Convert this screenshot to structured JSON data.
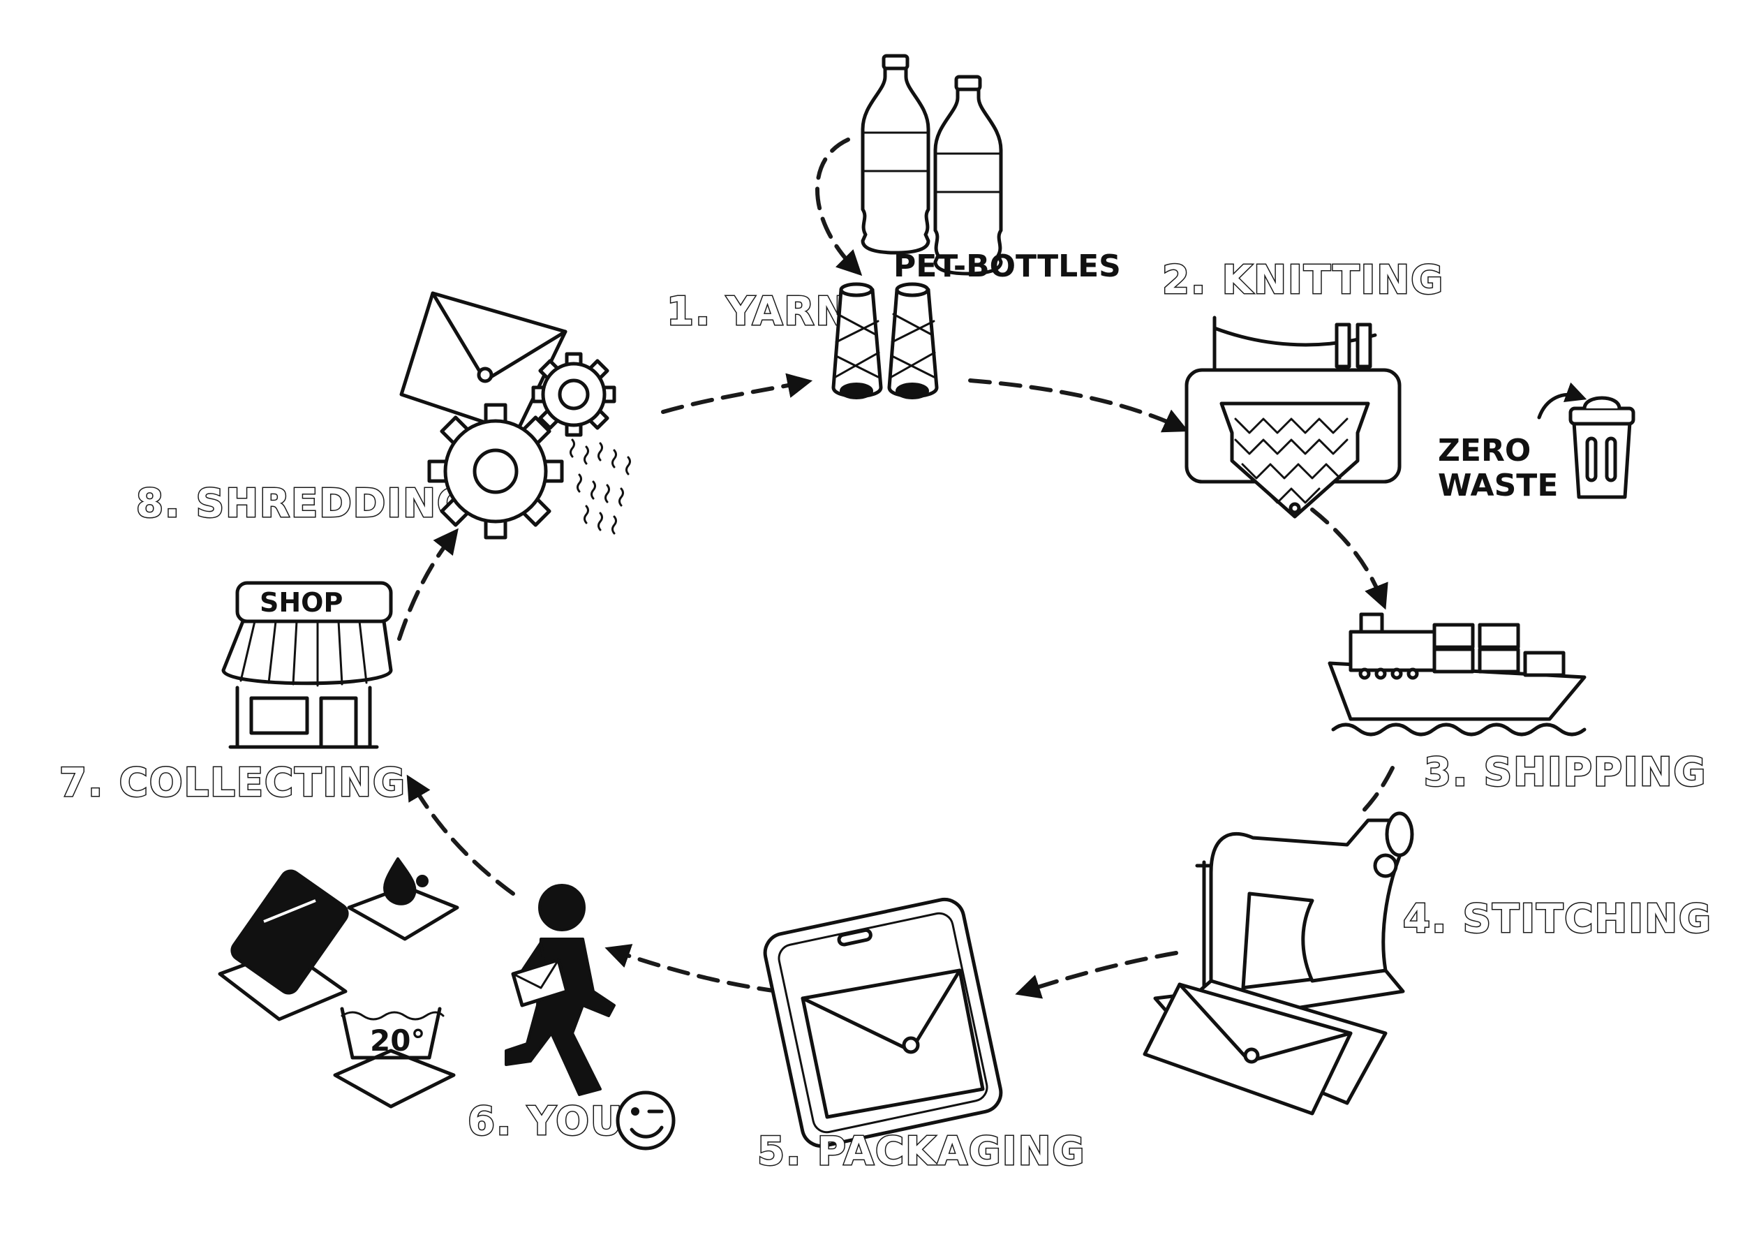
{
  "steps": {
    "yarn": "1. YARN",
    "knitting": "2. KNITTING",
    "shipping": "3. SHIPPING",
    "stitching": "4. STITCHING",
    "packaging": "5. PACKAGING",
    "you": "6. YOU",
    "collecting": "7. COLLECTING",
    "shredding": "8. SHREDDING"
  },
  "labels": {
    "pet_bottles": "PET-BOTTLES",
    "zero": "ZERO",
    "waste": "WASTE",
    "shop": "SHOP",
    "wash_temp": "20°"
  },
  "icons": [
    "pet-bottle-icon",
    "yarn-spool-icon",
    "knitting-machine-icon",
    "trash-bin-icon",
    "cargo-ship-icon",
    "sewing-machine-icon",
    "envelope-bag-icon",
    "package-icon",
    "walking-person-icon",
    "wink-emoji-icon",
    "water-drop-icon",
    "tablet-icon",
    "wash-20-icon",
    "shop-icon",
    "gear-icon"
  ],
  "colors": {
    "ink": "#111111",
    "background": "#ffffff"
  }
}
